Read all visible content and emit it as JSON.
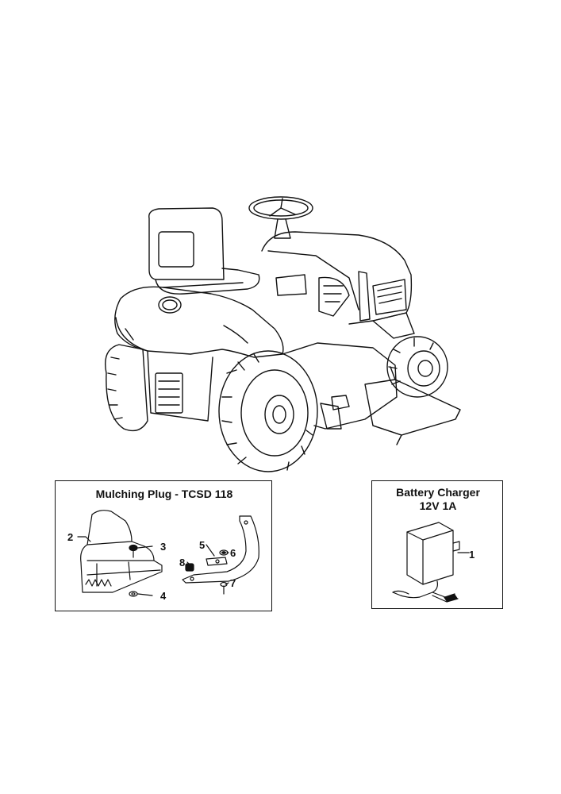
{
  "mulching_box": {
    "title": "Mulching Plug - TCSD 118",
    "callouts": [
      "2",
      "3",
      "4",
      "5",
      "6",
      "7",
      "8"
    ]
  },
  "charger_box": {
    "title_line1": "Battery Charger",
    "title_line2": "12V 1A",
    "callouts": [
      "1"
    ]
  }
}
